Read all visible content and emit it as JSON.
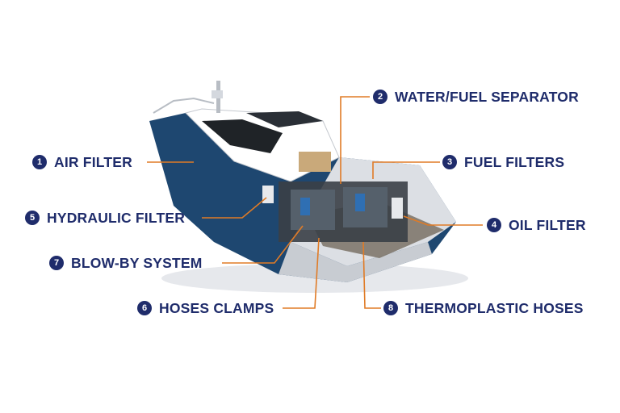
{
  "colors": {
    "accent": "#1f2c6b",
    "leader": "#e07b26",
    "hull": "#1e4770"
  },
  "callouts": [
    {
      "number": "1",
      "label": "AIR FILTER"
    },
    {
      "number": "2",
      "label": "WATER/FUEL SEPARATOR"
    },
    {
      "number": "3",
      "label": "FUEL FILTERS"
    },
    {
      "number": "4",
      "label": "OIL FILTER"
    },
    {
      "number": "5",
      "label": "HYDRAULIC FILTER"
    },
    {
      "number": "6",
      "label": "HOSES CLAMPS"
    },
    {
      "number": "7",
      "label": "BLOW-BY SYSTEM"
    },
    {
      "number": "8",
      "label": "THERMOPLASTIC HOSES"
    }
  ]
}
